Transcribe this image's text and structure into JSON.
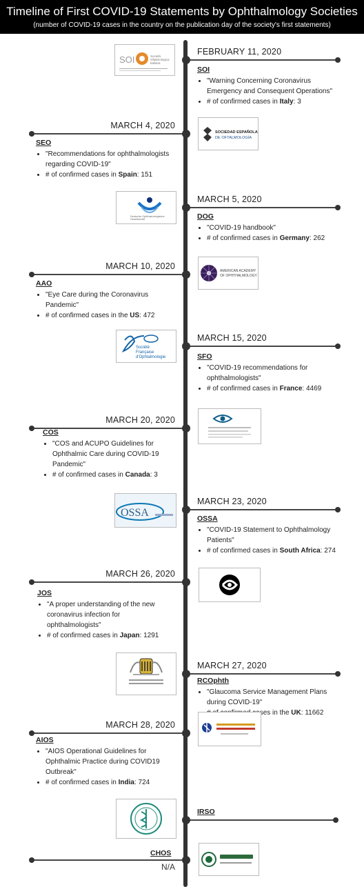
{
  "header": {
    "title": "Timeline of First COVID-19 Statements by Ophthalmology Societies",
    "subtitle": "(number of COVID-19 cases in the country on the publication day of the society's first statements)"
  },
  "countLabel": "# of confirmed cases in ",
  "events": [
    {
      "side": "right",
      "date": "FEBRUARY 11, 2020",
      "abbr": "SOI",
      "statement": "\"Warning Concerning Coronavirus Emergency and Consequent Operations\"",
      "countryPrefix": "",
      "country": "Italy",
      "cases": "3",
      "logo": "soi-logo"
    },
    {
      "side": "left",
      "date": "MARCH 4, 2020",
      "abbr": "SEO",
      "statement": "\"Recommendations for ophthalmologists regarding COVID-19\"",
      "countryPrefix": "",
      "country": "Spain",
      "cases": "151",
      "logo": "seo-logo",
      "logoText": [
        "SOCIEDAD ESPAÑOLA",
        "DE OFTALMOLOGÍA"
      ]
    },
    {
      "side": "right",
      "date": "MARCH 5, 2020",
      "abbr": "DOG",
      "statement": "\"COVID-19 handbook\"",
      "countryPrefix": "",
      "country": "Germany",
      "cases": "262",
      "logo": "dog-logo"
    },
    {
      "side": "left",
      "date": "MARCH 10, 2020",
      "abbr": "AAO",
      "statement": "\"Eye Care during the Coronavirus Pandemic\"",
      "countryPrefix": "the ",
      "country": "US",
      "cases": "472",
      "logo": "aao-logo",
      "logoText": [
        "AMERICAN ACADEMY",
        "OF OPHTHALMOLOGY"
      ]
    },
    {
      "side": "right",
      "date": "MARCH 15, 2020",
      "abbr": "SFO",
      "statement": "\"COVID-19 recommendations for ophthalmologists\"",
      "countryPrefix": "",
      "country": "France",
      "cases": "4469",
      "logo": "sfo-logo",
      "logoText": [
        "Société",
        "Française",
        "d'Ophtalmologie"
      ]
    },
    {
      "side": "left",
      "date": "MARCH 20, 2020",
      "abbr": "COS",
      "statement": "\"COS and ACUPO Guidelines for Ophthalmic Care during COVID-19 Pandemic\"",
      "countryPrefix": "",
      "country": "Canada",
      "cases": "3",
      "logo": "cos-logo"
    },
    {
      "side": "right",
      "date": "MARCH 23, 2020",
      "abbr": "OSSA",
      "statement": "\"COVID-19 Statement to Ophthalmology Patients\"",
      "countryPrefix": "",
      "country": "South Africa",
      "cases": "274",
      "logo": "ossa-logo",
      "logoText": [
        "OSSA"
      ]
    },
    {
      "side": "left",
      "date": "MARCH 26, 2020",
      "abbr": "JOS",
      "statement": "\"A proper understanding of the new coronavirus infection for ophthalmologists\"",
      "countryPrefix": "",
      "country": "Japan",
      "cases": "1291",
      "logo": "jos-logo"
    },
    {
      "side": "right",
      "date": "MARCH 27, 2020",
      "abbr": "RCOphth",
      "statement": "\"Glaucoma Service Management Plans during COVID-19\"",
      "countryPrefix": "the ",
      "country": "UK",
      "cases": "11662",
      "logo": "rcophth-logo"
    },
    {
      "side": "left",
      "date": "MARCH 28, 2020",
      "abbr": "AIOS",
      "statement": "\"AIOS Operational Guidelines for Ophthalmic Practice during COVID19 Outbreak\"",
      "countryPrefix": "",
      "country": "India",
      "cases": "724",
      "logo": "aios-logo"
    },
    {
      "side": "right",
      "date": "",
      "abbr": "IRSO",
      "statement": "",
      "countryPrefix": "",
      "country": "",
      "cases": "",
      "logo": "irso-logo"
    },
    {
      "side": "left",
      "date": "",
      "abbr": "CHOS",
      "statement": "",
      "countryPrefix": "",
      "country": "",
      "cases": "",
      "na": "N/A",
      "logo": "chos-logo"
    }
  ],
  "colors": {
    "axis": "#333333",
    "header": "#000000",
    "seo": "#1a4f8b",
    "aao": "#3a1f5c",
    "sfo": "#1565a8",
    "aios": "#c0392b"
  }
}
